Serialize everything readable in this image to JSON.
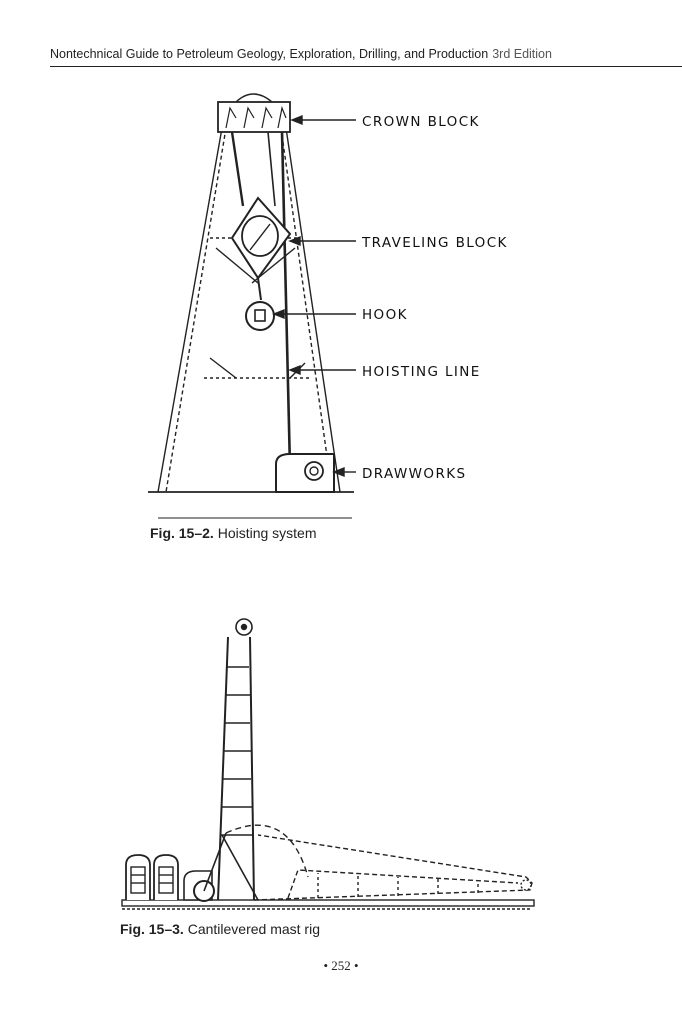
{
  "header": {
    "title": "Nontechnical Guide to Petroleum Geology, Exploration, Drilling, and Production",
    "edition": "3rd Edition"
  },
  "figure1": {
    "labels": {
      "crown_block": "CROWN BLOCK",
      "traveling_block": "TRAVELING BLOCK",
      "hook": "HOOK",
      "hoisting_line": "HOISTING LINE",
      "drawworks": "DRAWWORKS"
    },
    "caption_number": "Fig. 15–2.",
    "caption_text": "Hoisting system"
  },
  "figure2": {
    "caption_number": "Fig. 15–3.",
    "caption_text": "Cantilevered mast rig"
  },
  "footer": {
    "page_number": "• 252 •"
  }
}
